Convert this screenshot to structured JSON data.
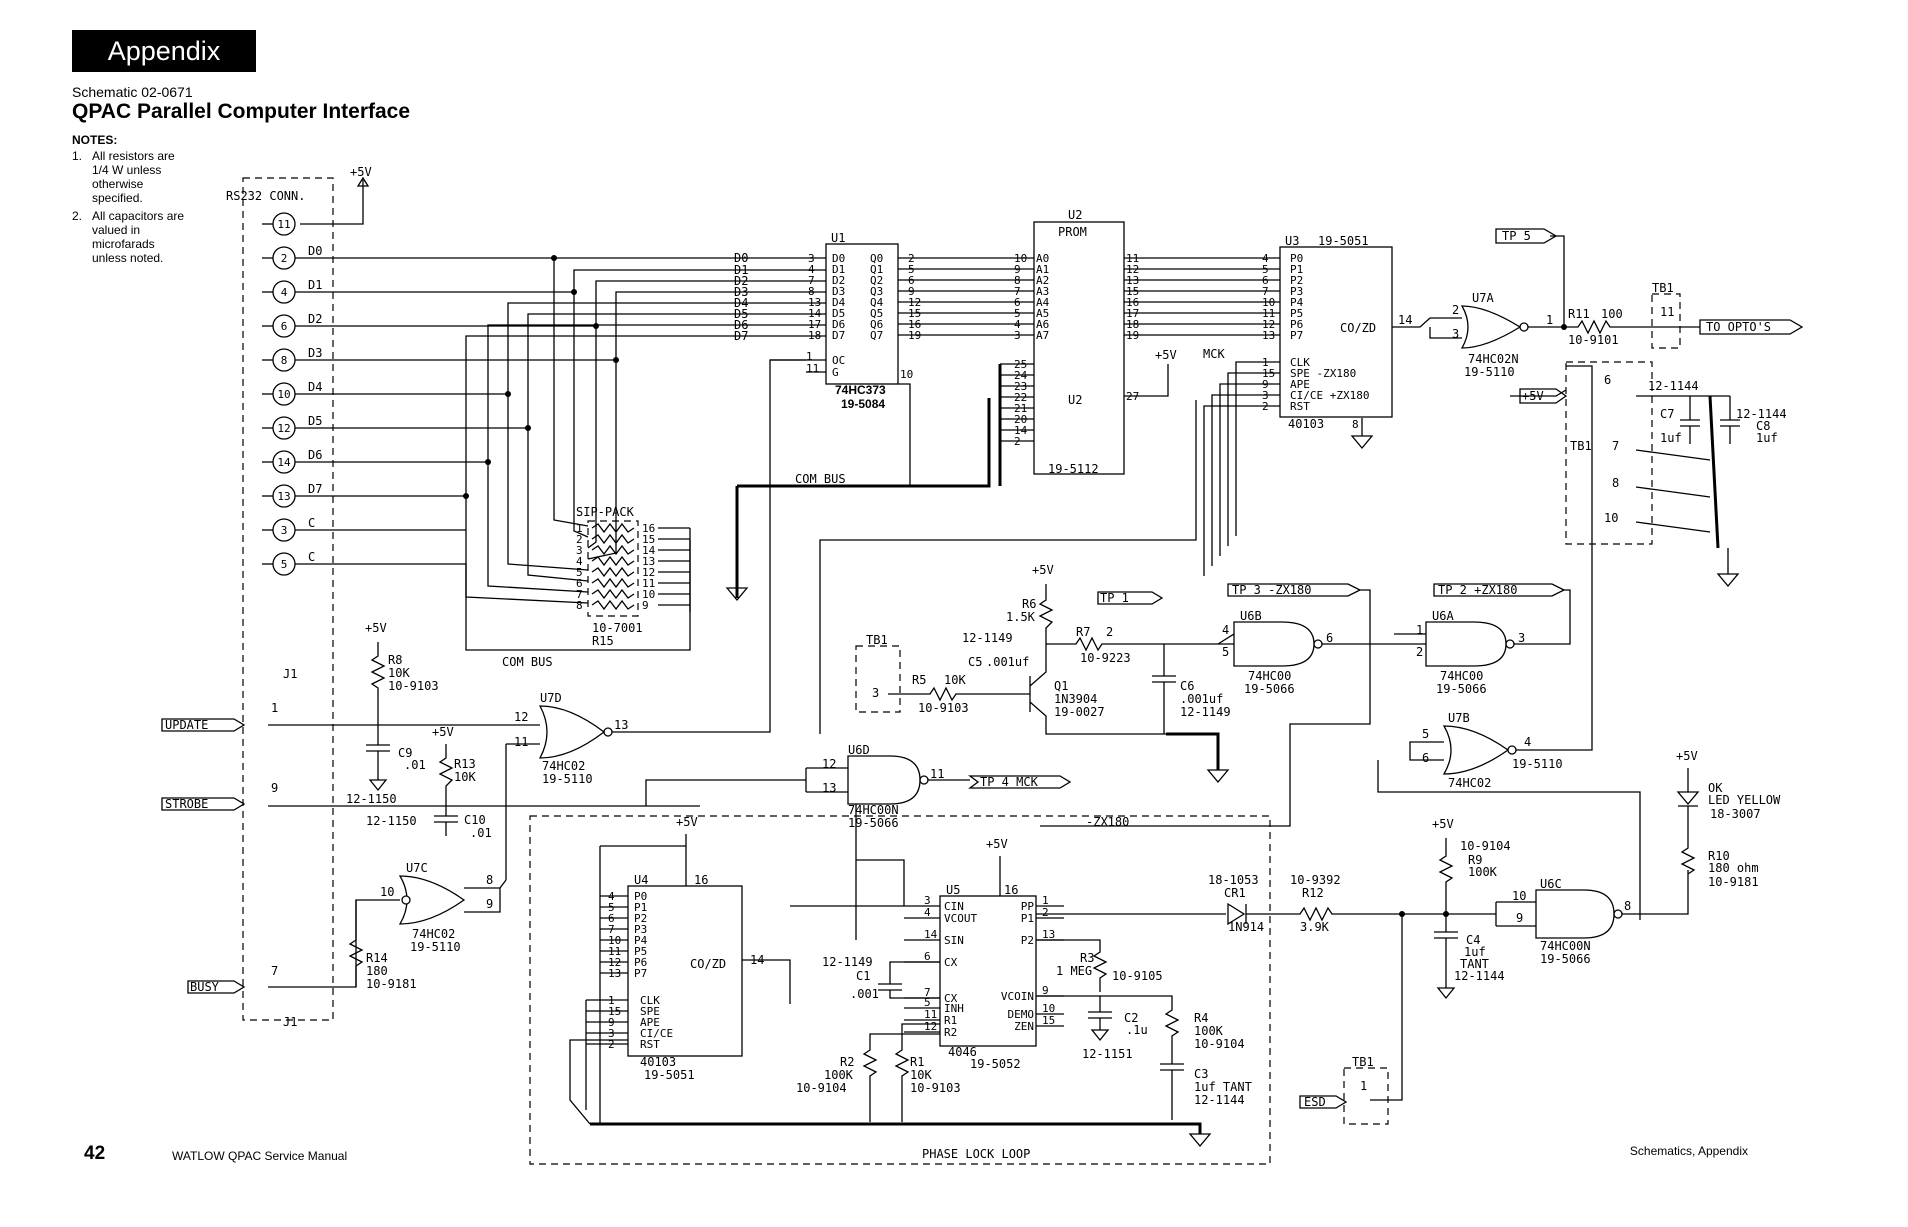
{
  "header": {
    "section_tab": "Appendix",
    "schematic_number": "Schematic 02-0671",
    "title": "QPAC Parallel Computer Interface",
    "notes_heading": "NOTES:",
    "notes": [
      {
        "num": "1.",
        "text": "All resistors are 1/4 W unless otherwise specified."
      },
      {
        "num": "2.",
        "text": "All capacitors are valued in microfarads unless noted."
      }
    ]
  },
  "footer": {
    "page_number": "42",
    "manual": "WATLOW QPAC Service Manual",
    "section": "Schematics, Appendix"
  },
  "connector": {
    "title": "RS232 CONN.",
    "pins": [
      {
        "pin": "11",
        "label": ""
      },
      {
        "pin": "2",
        "label": "D0"
      },
      {
        "pin": "4",
        "label": "D1"
      },
      {
        "pin": "6",
        "label": "D2"
      },
      {
        "pin": "8",
        "label": "D3"
      },
      {
        "pin": "10",
        "label": "D4"
      },
      {
        "pin": "12",
        "label": "D5"
      },
      {
        "pin": "14",
        "label": "D6"
      },
      {
        "pin": "13",
        "label": "D7"
      },
      {
        "pin": "3",
        "label": "C"
      },
      {
        "pin": "5",
        "label": "C"
      }
    ],
    "j1_label": "J1",
    "j1_bottom": "J1"
  },
  "u1": {
    "ref": "U1",
    "part": "74HC373",
    "partno": "19-5084",
    "in_nets": [
      "D0",
      "D1",
      "D2",
      "D3",
      "D4",
      "D5",
      "D6",
      "D7"
    ],
    "in_pins": [
      "3",
      "4",
      "7",
      "8",
      "13",
      "14",
      "17",
      "18"
    ],
    "in_names": [
      "D0",
      "D1",
      "D2",
      "D3",
      "D4",
      "D5",
      "D6",
      "D7"
    ],
    "out_names": [
      "Q0",
      "Q1",
      "Q2",
      "Q3",
      "Q4",
      "Q5",
      "Q6",
      "Q7"
    ],
    "out_pins": [
      "2",
      "5",
      "6",
      "9",
      "12",
      "15",
      "16",
      "19"
    ],
    "oc_pin": "1",
    "oc": "OC",
    "g_pin": "11",
    "g": "G",
    "pin10": "10"
  },
  "u2": {
    "ref": "U2",
    "name": "PROM",
    "partno": "19-5112",
    "addr_pins": [
      "10",
      "9",
      "8",
      "7",
      "6",
      "5",
      "4",
      "3"
    ],
    "addr_names": [
      "A0",
      "A1",
      "A2",
      "A3",
      "A4",
      "A5",
      "A6",
      "A7"
    ],
    "data_pins": [
      "11",
      "12",
      "13",
      "15",
      "16",
      "17",
      "18",
      "19"
    ],
    "lower_pins": [
      "25",
      "24",
      "23",
      "22",
      "21",
      "20",
      "14",
      "2"
    ],
    "pin27": "27",
    "vcc": "+5V"
  },
  "u3": {
    "ref": "U3",
    "partno": "19-5051",
    "in_pins": [
      "4",
      "5",
      "6",
      "7",
      "10",
      "11",
      "12",
      "13"
    ],
    "in_names": [
      "P0",
      "P1",
      "P2",
      "P3",
      "P4",
      "P5",
      "P6",
      "P7"
    ],
    "co_zd": "CO/ZD",
    "co_pin": "14",
    "ctrl_pins": [
      "1",
      "15",
      "9",
      "3",
      "2"
    ],
    "ctrl_names": [
      "CLK",
      "SPE -ZX180",
      "APE",
      "CI/CE +ZX180",
      "RST"
    ],
    "part": "40103",
    "pin8": "8",
    "mck": "MCK"
  },
  "u7a": {
    "ref": "U7A",
    "part": "74HC02N",
    "partno": "10-9101",
    "partno2": "19-5110",
    "pin2": "2",
    "pin3": "3",
    "pin1": "1"
  },
  "r11": {
    "ref": "R11",
    "value": "100"
  },
  "tb1_top": {
    "ref": "TB1",
    "pin": "11"
  },
  "labels": {
    "tp5": "TP 5",
    "to_optos": "TO OPTO'S",
    "plus5v": "+5V",
    "tp1": "TP 1",
    "tp3": "TP 3 -ZX180",
    "tp2": "TP 2 +ZX180",
    "tp4": "TP 4 MCK",
    "com_bus": "COM BUS",
    "zx180": "-ZX180",
    "phase_lock_loop": "PHASE LOCK LOOP",
    "update": "UPDATE",
    "strobe": "STROBE",
    "busy": "BUSY",
    "esd": "ESD"
  },
  "tb1_right": {
    "ref": "TB1",
    "pins": [
      "6",
      "7",
      "8",
      "10"
    ],
    "c7": "C7",
    "c7_val": "1uf",
    "c8": "C8",
    "c8_val": "1uf",
    "c7_part": "12-1144",
    "c8_part": "12-1144"
  },
  "sip": {
    "name": "SIP-PACK",
    "part": "10-7001",
    "ref": "R15",
    "left_pins": [
      "1",
      "2",
      "3",
      "4",
      "5",
      "6",
      "7",
      "8"
    ],
    "right_pins": [
      "16",
      "15",
      "14",
      "13",
      "12",
      "11",
      "10",
      "9"
    ]
  },
  "r8": {
    "ref": "R8",
    "value": "10K",
    "part": "10-9103"
  },
  "c9": {
    "ref": "C9",
    "value": ".01",
    "part": "12-1150"
  },
  "r13": {
    "ref": "R13",
    "value": "10K"
  },
  "c10": {
    "ref": "C10",
    "value": ".01",
    "part": "12-1150"
  },
  "u7d": {
    "ref": "U7D",
    "part": "74HC02",
    "partno": "19-5110",
    "pin12": "12",
    "pin11": "11",
    "pin13": "13"
  },
  "u7c": {
    "ref": "U7C",
    "part": "74HC02",
    "partno": "19-5110",
    "pin10": "10",
    "pin8": "8",
    "pin9": "9"
  },
  "r14": {
    "ref": "R14",
    "value": "180",
    "part": "10-9181"
  },
  "j1_pins": {
    "update": "1",
    "strobe": "9",
    "busy": "7"
  },
  "r6": {
    "ref": "R6",
    "value": "1.5K"
  },
  "r7": {
    "ref": "R7",
    "value": "2",
    "part": "10-9223",
    "extra": "12-1149"
  },
  "c5": {
    "ref": "C5",
    "value": ".001uf"
  },
  "q1": {
    "ref": "Q1",
    "part": "1N3904",
    "partno": "19-0027"
  },
  "r5": {
    "ref": "R5",
    "value": "10K",
    "part": "10-9103"
  },
  "tb1_mid": {
    "ref": "TB1",
    "pin": "3"
  },
  "c6": {
    "ref": "C6",
    "value": ".001uf",
    "part": "12-1149"
  },
  "u6b": {
    "ref": "U6B",
    "part": "74HC00",
    "partno": "19-5066",
    "pin4": "4",
    "pin5": "5",
    "pin6": "6"
  },
  "u6a": {
    "ref": "U6A",
    "part": "74HC00",
    "partno": "19-5066",
    "pin1": "1",
    "pin2": "2",
    "pin3": "3"
  },
  "u7b": {
    "ref": "U7B",
    "part": "74HC02",
    "partno": "19-5110",
    "pin5": "5",
    "pin6": "6",
    "pin4": "4"
  },
  "u6d": {
    "ref": "U6D",
    "part": "74HC00N",
    "partno": "19-5066",
    "pin12": "12",
    "pin13": "13",
    "pin11": "11"
  },
  "u4": {
    "ref": "U4",
    "in_pins": [
      "4",
      "5",
      "6",
      "7",
      "10",
      "11",
      "12",
      "13"
    ],
    "in_names": [
      "P0",
      "P1",
      "P2",
      "P3",
      "P4",
      "P5",
      "P6",
      "P7"
    ],
    "co_zd": "CO/ZD",
    "co_pin": "14",
    "ctrl_pins": [
      "1",
      "15",
      "9",
      "3",
      "2"
    ],
    "ctrl_names": [
      "CLK",
      "SPE",
      "APE",
      "CI/CE",
      "RST"
    ],
    "pin16": "16",
    "part": "40103",
    "partno": "19-5051"
  },
  "u5": {
    "ref": "U5",
    "left_pins": [
      "3",
      "4",
      "14",
      "6",
      "7",
      "5",
      "11",
      "12"
    ],
    "left_names": [
      "CIN",
      "VCOUT",
      "SIN",
      "CX",
      "CX",
      "INH",
      "R1",
      "R2"
    ],
    "right_pins": [
      "1",
      "2",
      "13",
      "9",
      "10",
      "15"
    ],
    "right_names": [
      "PP",
      "P1",
      "P2",
      "VCOIN",
      "DEMO",
      "ZEN"
    ],
    "pin16": "16",
    "part": "4046",
    "partno": "19-5052"
  },
  "c1": {
    "ref": "C1",
    "value": ".001",
    "part": "12-1149"
  },
  "r3": {
    "ref": "R3",
    "value": "1 MEG",
    "part": "10-9105"
  },
  "c2": {
    "ref": "C2",
    "value": ".1u",
    "part": "12-1151"
  },
  "r4": {
    "ref": "R4",
    "value": "100K",
    "part": "10-9104"
  },
  "c3": {
    "ref": "C3",
    "value": "1uf TANT",
    "part": "12-1144"
  },
  "r2": {
    "ref": "R2",
    "value": "100K",
    "part": "10-9104"
  },
  "r1": {
    "ref": "R1",
    "value": "10K",
    "part": "10-9103"
  },
  "cr1": {
    "ref": "CR1",
    "part": "18-1053",
    "type": "1N914"
  },
  "r12": {
    "ref": "R12",
    "part": "10-9392",
    "value": "3.9K"
  },
  "r9": {
    "ref": "R9",
    "value": "100K",
    "part": "10-9104"
  },
  "c4": {
    "ref": "C4",
    "value": "1uf",
    "type": "TANT",
    "part": "12-1144"
  },
  "u6c": {
    "ref": "U6C",
    "part": "74HC00N",
    "partno": "19-5066",
    "pin10": "10",
    "pin9": "9",
    "pin8": "8"
  },
  "led": {
    "label": "OK",
    "desc": "LED YELLOW",
    "part": "18-3007"
  },
  "r10": {
    "ref": "R10",
    "value": "180 ohm",
    "part": "10-9181"
  },
  "tb1_esd": {
    "ref": "TB1",
    "pin": "1"
  }
}
